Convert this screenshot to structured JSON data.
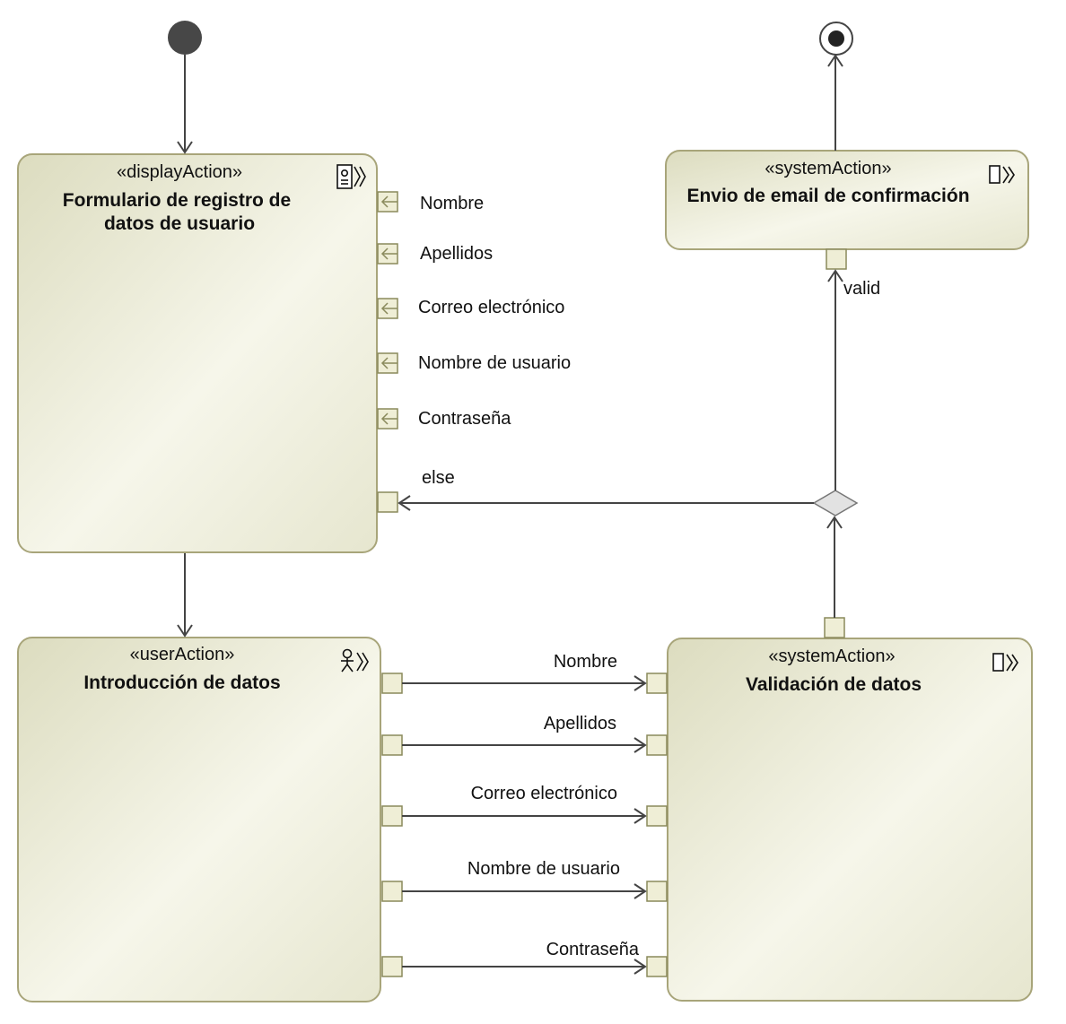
{
  "actions": {
    "form": {
      "stereotype": "«displayAction»",
      "title_line1": "Formulario de registro de",
      "title_line2": "datos de usuario",
      "pins": [
        "Nombre",
        "Apellidos",
        "Correo electrónico",
        "Nombre de usuario",
        "Contraseña"
      ]
    },
    "input": {
      "stereotype": "«userAction»",
      "title": "Introducción de datos"
    },
    "validation": {
      "stereotype": "«systemAction»",
      "title": "Validación de datos"
    },
    "email": {
      "stereotype": "«systemAction»",
      "title": "Envio de email de confirmación"
    }
  },
  "flows": [
    "Nombre",
    "Apellidos",
    "Correo electrónico",
    "Nombre de usuario",
    "Contraseña"
  ],
  "guards": {
    "valid": "valid",
    "else": "else"
  },
  "icons": {
    "display": "display-action-icon",
    "user": "user-action-icon",
    "system": "system-action-icon"
  },
  "colors": {
    "fill_light": "#f4f4e4",
    "fill_dark": "#dcdcbf",
    "border": "#a8a57a",
    "line": "#444444"
  }
}
